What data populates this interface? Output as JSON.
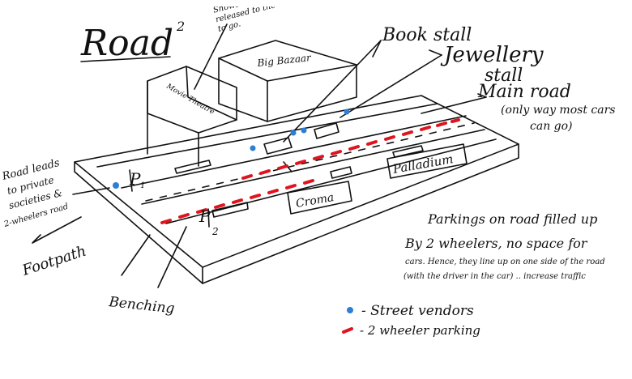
{
  "title": {
    "text": "Road",
    "sup": "2"
  },
  "annotations": {
    "cinema_note": "Shows end every few minutes, cars are released to the street & have only one way to go.",
    "movie_theatre": "Movie Theatre",
    "big_bazaar": "Big Bazaar",
    "book_stall": "Book stall",
    "jewellery_stall_1": "Jewellery",
    "jewellery_stall_2": "stall",
    "main_road_1": "Main road",
    "main_road_2": "(only way most cars",
    "main_road_3": "can go)",
    "road_leads": [
      "Road leads",
      "to private",
      "societies &",
      "2-wheelers road"
    ],
    "footpath": "Footpath",
    "benching": "Benching",
    "p1": "P",
    "p1_sub": "1",
    "p2": "P",
    "p2_sub": "2",
    "croma": "Croma",
    "palladium": "Palladium",
    "parking_note": [
      "Parkings on road filled up",
      "By 2 wheelers, no space for",
      "cars. Hence, they line up on one side of the road",
      "(with the driver in the car) .. increase traffic"
    ]
  },
  "legend": {
    "vendors_label": "- Street vendors",
    "parking_label": "- 2 wheeler parking",
    "vendor_color": "#2b7fd6",
    "parking_color": "#e0141e"
  }
}
